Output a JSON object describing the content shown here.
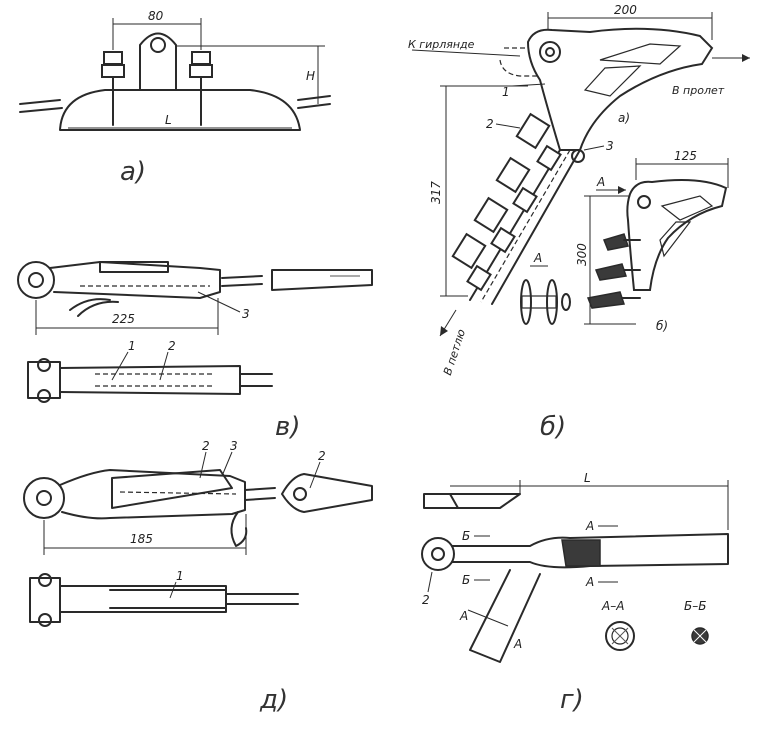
{
  "panel_a": {
    "caption": "а)",
    "dim_width": "80",
    "dim_height": "H",
    "dim_length": "L"
  },
  "panel_v": {
    "caption": "в)",
    "dim_length": "225",
    "parts": [
      "1",
      "2",
      "3"
    ]
  },
  "panel_d": {
    "caption": "д)",
    "dim_length": "185",
    "parts": [
      "1",
      "2",
      "3"
    ],
    "wedge_part": "2"
  },
  "panel_b": {
    "caption": "б)",
    "dim_top": "200",
    "dim_side": "317",
    "label_insulator": "К гирлянде",
    "label_span": "В пролет",
    "label_loop": "В петлю",
    "sub_a": "а)",
    "sub_b": "б)",
    "dim_small": "125",
    "dim_small_h": "300",
    "view_label": "А",
    "parts": [
      "1",
      "2",
      "3"
    ]
  },
  "panel_g": {
    "caption": "г)",
    "dim_length": "L",
    "section_a": "А–А",
    "section_b": "Б–Б",
    "mark_a": "А",
    "mark_b": "Б",
    "part": "2"
  }
}
